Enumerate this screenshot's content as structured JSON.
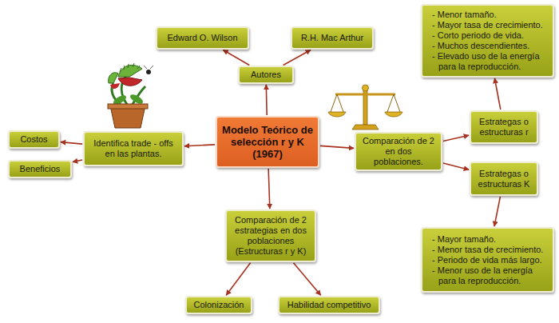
{
  "diagram": {
    "nodes": [
      {
        "text": [
          "Modelo Teórico de selección r y K (1967)"
        ]
      },
      {
        "text": [
          "Autores"
        ]
      },
      {
        "text": [
          "Edward O. Wilson"
        ]
      },
      {
        "text": [
          "R.H. Mac Arthur"
        ]
      },
      {
        "text": [
          "Identifica trade - offs en las plantas."
        ]
      },
      {
        "text": [
          "Costos"
        ]
      },
      {
        "text": [
          "Beneficios"
        ]
      },
      {
        "text": [
          "Comparación de 2 en dos poblaciones."
        ]
      },
      {
        "text": [
          "Estrategas o estructuras r"
        ]
      },
      {
        "text": [
          "- Menor tamaño.",
          "- Mayor tasa de crecimiento.",
          "- Corto periodo de vida.",
          "- Muchos descendientes.",
          "- Elevado uso de la energía para la reproducción."
        ]
      },
      {
        "text": [
          "Estrategas o estructuras K"
        ]
      },
      {
        "text": [
          "- Mayor tamaño.",
          "- Menor tasa de crecimiento.",
          "- Periodo de vida más largo.",
          "- Menor uso de la energía para la reproducción."
        ]
      },
      {
        "text": [
          "Comparación de 2 estrategias en dos poblaciones (Estructuras r y K)"
        ]
      },
      {
        "text": [
          "Colonización"
        ]
      },
      {
        "text": [
          "Habilidad competitivo"
        ]
      }
    ],
    "edges": [
      {
        "from": 0,
        "to": 1,
        "arrow": "to"
      },
      {
        "from": 1,
        "to": 2,
        "arrow": "to"
      },
      {
        "from": 1,
        "to": 3,
        "arrow": "to"
      },
      {
        "from": 0,
        "to": 4,
        "arrow": "to"
      },
      {
        "from": 4,
        "to": 5,
        "arrow": "to"
      },
      {
        "from": 4,
        "to": 6,
        "arrow": "to"
      },
      {
        "from": 0,
        "to": 7,
        "arrow": "to"
      },
      {
        "from": 7,
        "to": 8,
        "arrow": "to"
      },
      {
        "from": 8,
        "to": 9,
        "arrow": "to"
      },
      {
        "from": 7,
        "to": 10,
        "arrow": "to"
      },
      {
        "from": 10,
        "to": 11,
        "arrow": "to"
      },
      {
        "from": 0,
        "to": 12,
        "arrow": "to"
      },
      {
        "from": 12,
        "to": 13,
        "arrow": "to"
      },
      {
        "from": 12,
        "to": 14,
        "arrow": "to"
      }
    ]
  }
}
